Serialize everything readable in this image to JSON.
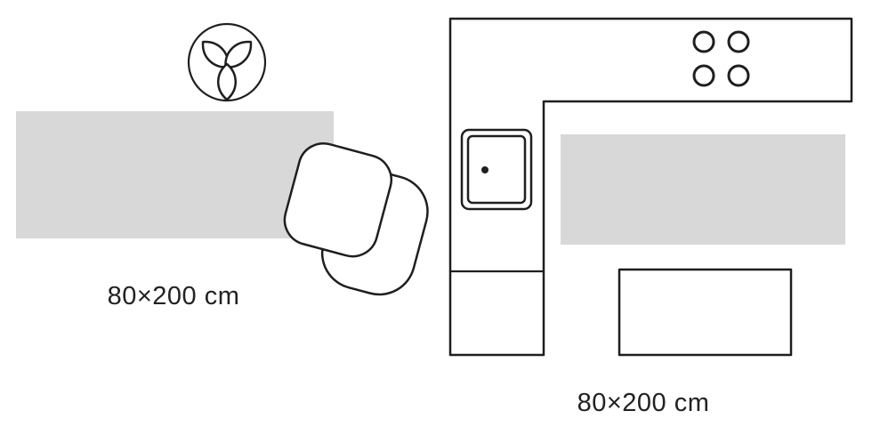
{
  "diagram": {
    "type": "rug-placement-diagram",
    "colors": {
      "line": "#1f1f1f",
      "rug_fill": "#d8d8d8",
      "label_text": "#222222",
      "background": "#ffffff"
    },
    "scenes": [
      {
        "name": "runner-rug-with-plant-and-chair",
        "label": "80×200 cm",
        "elements": [
          "plant-icon",
          "rug",
          "chair-icon"
        ]
      },
      {
        "name": "runner-rug-in-kitchen",
        "label": "80×200 cm",
        "elements": [
          "counter-icon",
          "cooktop-burners-icon",
          "sink-icon",
          "rug",
          "table-icon"
        ]
      }
    ]
  }
}
